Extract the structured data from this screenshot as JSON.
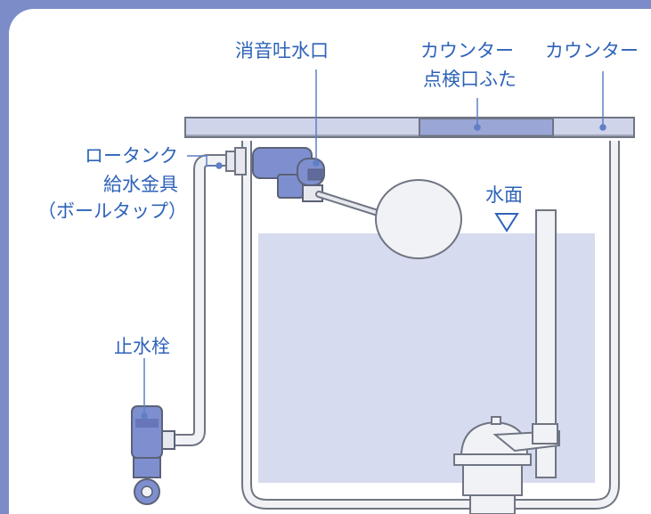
{
  "colors": {
    "frame": "#7b8cc9",
    "label": "#2e63b8",
    "water": "#d6dbef",
    "outline": "#6f7583",
    "pipe_fill": "#f1f2f5",
    "lid": "#cfd4ea",
    "lid_hatch": "#9aa6d6",
    "valve": "#7e8fd0",
    "leader": "#5f7fc6"
  },
  "labels": {
    "quiet_spout": "消音吐水口",
    "counter_inspection_cover_1": "カウンター",
    "counter_inspection_cover_2": "点検口ふた",
    "counter": "カウンター",
    "supply_fitting_1": "ロータンク",
    "supply_fitting_2": "給水金具",
    "supply_fitting_3": "（ボールタップ）",
    "water_level": "水面",
    "stop_valve": "止水栓"
  }
}
